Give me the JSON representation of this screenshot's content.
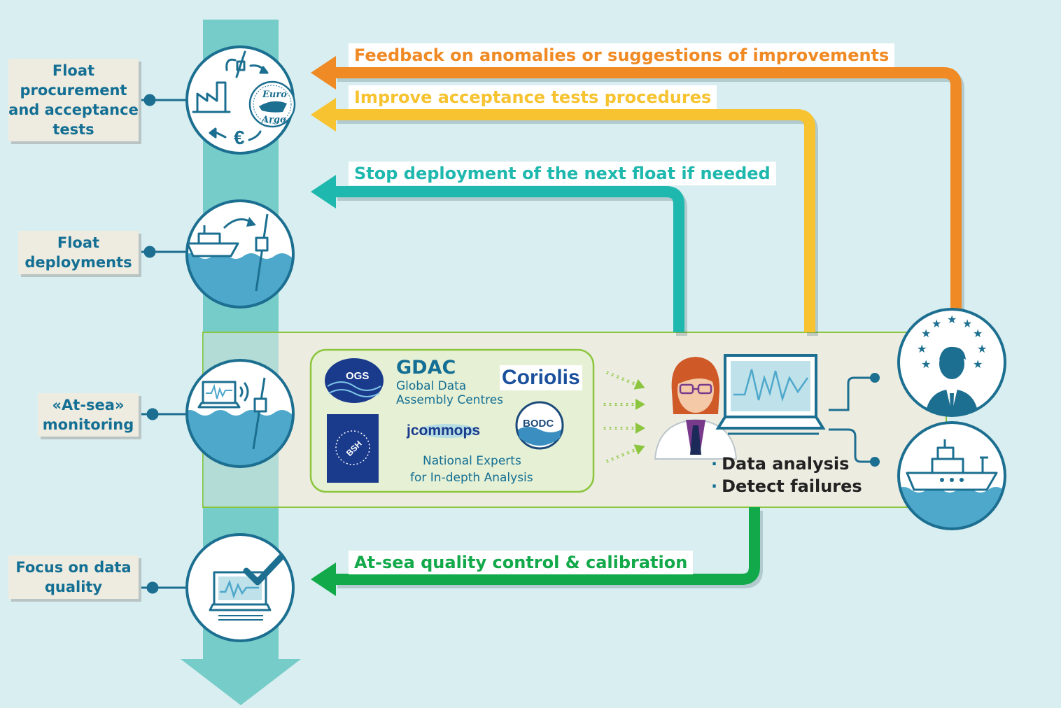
{
  "stages": [
    {
      "lines": [
        "Float",
        "procurement",
        "and acceptance",
        "tests"
      ]
    },
    {
      "lines": [
        "Float",
        "deployments"
      ]
    },
    {
      "lines": [
        "«At-sea»",
        "monitoring"
      ]
    },
    {
      "lines": [
        "Focus on data",
        "quality"
      ]
    }
  ],
  "feedback": [
    {
      "text": "Feedback on anomalies or suggestions of improvements",
      "color": "#f08a24"
    },
    {
      "text": "Improve acceptance tests procedures",
      "color": "#f7c331"
    },
    {
      "text": "Stop deployment of the next float if needed",
      "color": "#1eb8ae"
    },
    {
      "text": "At-sea quality control & calibration",
      "color": "#12a94a"
    }
  ],
  "partners": {
    "gdac_title": "GDAC",
    "gdac_sub1": "Global Data",
    "gdac_sub2": "Assembly Centres",
    "coriolis": "Coriolis",
    "ogs": "OGS",
    "bsh": "BSH",
    "jcommops": "jcommops",
    "bodc": "BODC",
    "experts1": "National Experts",
    "experts2": "for In-depth Analysis"
  },
  "logo": {
    "top": "Euro",
    "bottom": "Argo"
  },
  "euro_symbol": "€",
  "tasks": [
    "Data analysis",
    "Detect failures"
  ],
  "colors": {
    "background": "#d9eef0",
    "timeline": "#75ccc9",
    "stage_text": "#146f94",
    "monitor_band": "#eeece0",
    "monitor_border": "#8cc63f",
    "circle_border": "#1c6f90",
    "water": "#4ea8cb"
  }
}
